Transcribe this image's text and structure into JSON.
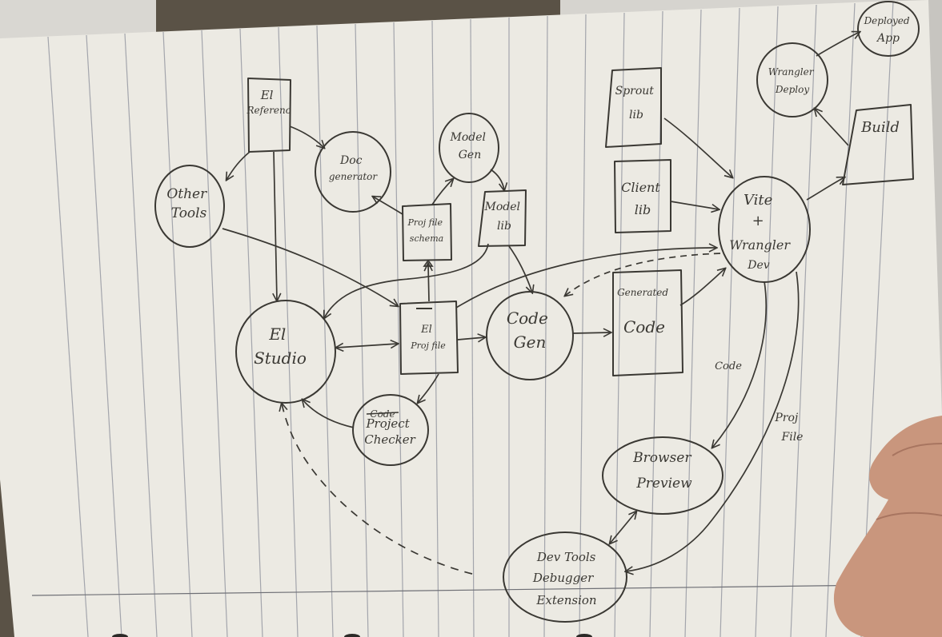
{
  "diagram": {
    "nodes": {
      "el_reference": {
        "lines": [
          "El",
          "Referenc"
        ]
      },
      "doc_generator": {
        "lines": [
          "Doc",
          "generator"
        ]
      },
      "model_gen": {
        "lines": [
          "Model",
          "Gen"
        ]
      },
      "other_tools": {
        "lines": [
          "Other",
          "Tools"
        ]
      },
      "proj_file_schema": {
        "lines": [
          "Proj file",
          "schema"
        ]
      },
      "model_lib": {
        "lines": [
          "Model",
          "lib"
        ]
      },
      "el_studio": {
        "lines": [
          "El",
          "Studio"
        ]
      },
      "el_proj_file": {
        "lines": [
          "El",
          "Proj file"
        ]
      },
      "code_gen": {
        "lines": [
          "Code",
          "Gen"
        ]
      },
      "generated_code": {
        "lines": [
          "Generated",
          "Code"
        ]
      },
      "project_checker": {
        "lines": [
          "Project",
          "Checker"
        ],
        "struck": "Code"
      },
      "sprout_lib": {
        "lines": [
          "Sprout",
          "lib"
        ]
      },
      "client_lib": {
        "lines": [
          "Client",
          "lib"
        ]
      },
      "vite_wrangler_dev": {
        "lines": [
          "Vite",
          "+",
          "Wrangler",
          "Dev"
        ]
      },
      "wrangler_deploy": {
        "lines": [
          "Wrangler",
          "Deploy"
        ]
      },
      "deployed_app": {
        "lines": [
          "Deployed",
          "App"
        ]
      },
      "build": {
        "lines": [
          "Build"
        ]
      },
      "browser_preview": {
        "lines": [
          "Browser",
          "Preview"
        ]
      },
      "dev_tools": {
        "lines": [
          "Dev Tools",
          "Debugger",
          "Extension"
        ]
      }
    },
    "edge_labels": {
      "code": "Code",
      "proj_file": [
        "Proj",
        "File"
      ]
    }
  },
  "colors": {
    "paper": "#eceae3",
    "ink": "#3a3833",
    "rule": "#8b8e9a",
    "background": "#5a5246",
    "hand": "#c9967d"
  }
}
